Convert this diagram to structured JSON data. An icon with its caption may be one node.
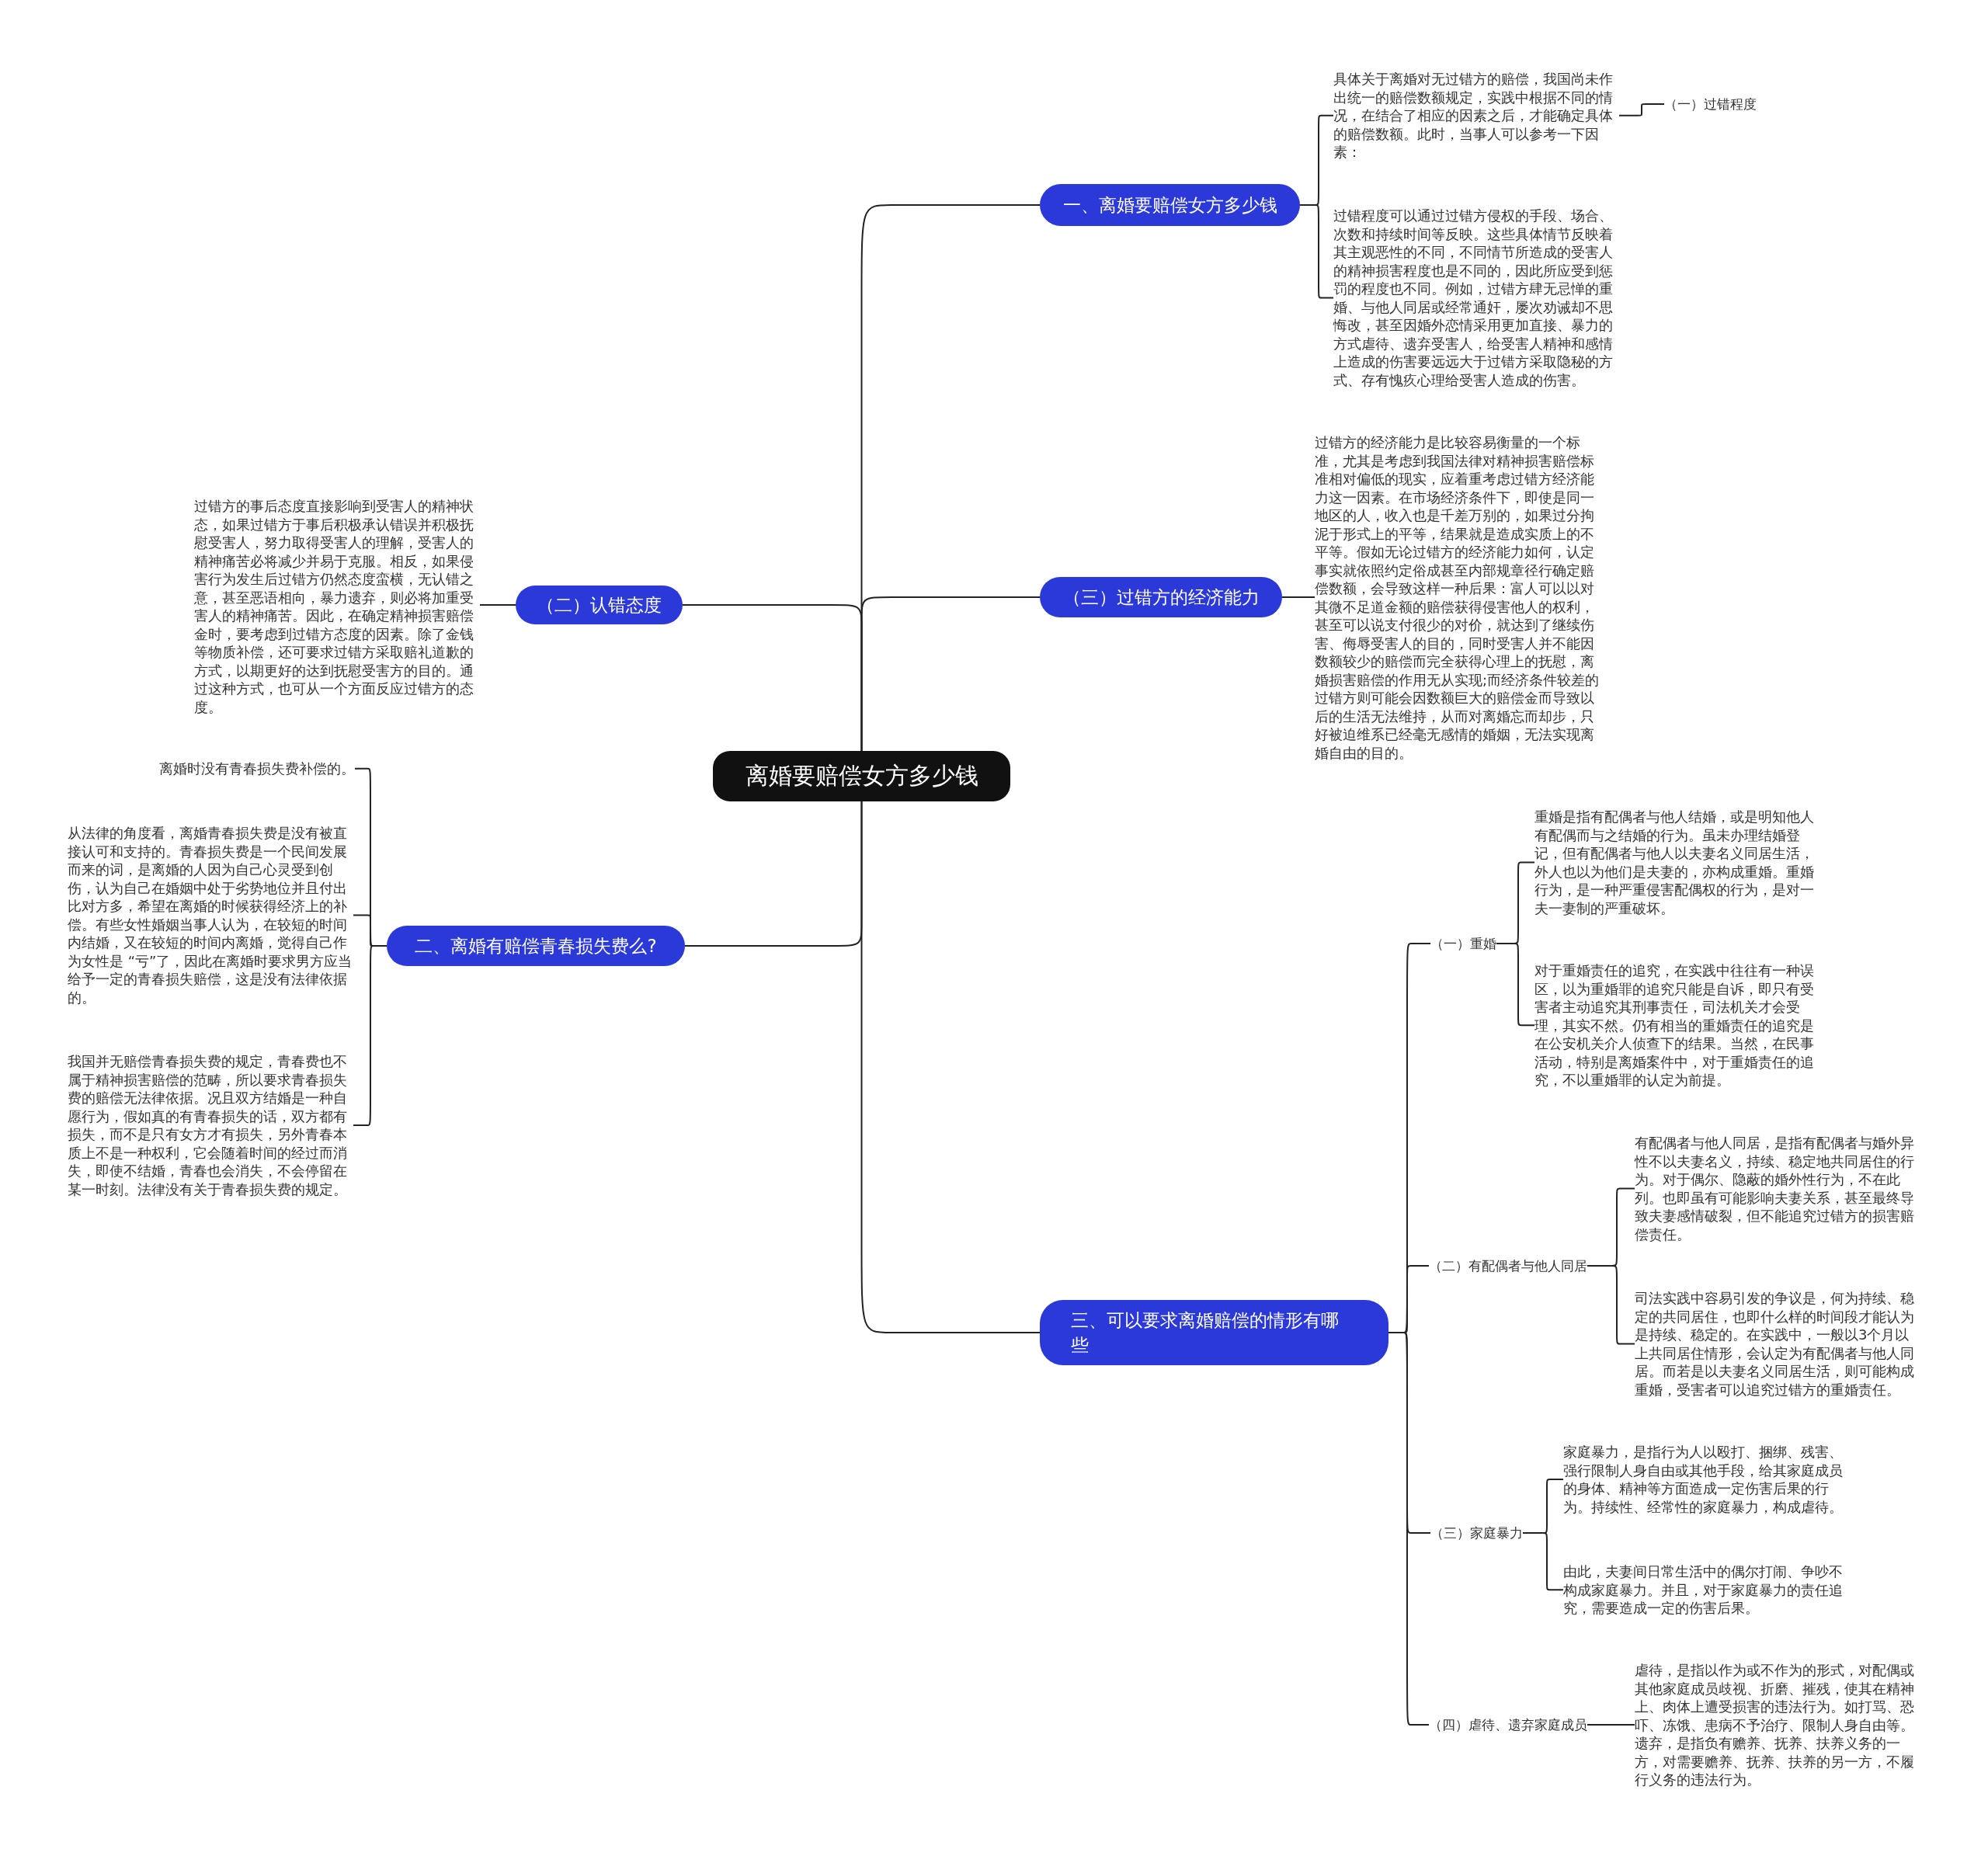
{
  "diagram": {
    "nodes": [
      {
        "text": [
          "离婚要赔偿女方多少钱"
        ]
      },
      {
        "text": [
          "一、离婚要赔偿女方多少钱"
        ]
      },
      {
        "text": [
          "具体关于离婚对无过错方的赔偿，我国尚未作出统一的赔偿数额规定，实践中根据不同的情况，在结合了相应的因素之后，才能确定具体的赔偿数额。此时，当事人可以参考一下因素："
        ]
      },
      {
        "text": [
          "（一）过错程度"
        ]
      },
      {
        "text": [
          "过错程度可以通过过错方侵权的手段、场合、次数和持续时间等反映。这些具体情节反映着其主观恶性的不同，不同情节所造成的受害人的精神损害程度也是不同的，因此所应受到惩罚的程度也不同。例如，过错方肆无忌惮的重婚、与他人同居或经常通奸，屡次劝诫却不思悔改，甚至因婚外恋情采用更加直接、暴力的方式虐待、遗弃受害人，给受害人精神和感情上造成的伤害要远远大于过错方采取隐秘的方式、存有愧疚心理给受害人造成的伤害。"
        ]
      },
      {
        "text": [
          "（三）过错方的经济能力"
        ]
      },
      {
        "text": [
          "过错方的经济能力是比较容易衡量的一个标准，尤其是考虑到我国法律对精神损害赔偿标准相对偏低的现实，应着重考虑过错方经济能力这一因素。在市场经济条件下，即使是同一地区的人，收入也是千差万别的，如果过分拘泥于形式上的平等，结果就是造成实质上的不平等。假如无论过错方的经济能力如何，认定事实就依照约定俗成甚至内部规章径行确定赔偿数额，会导致这样一种后果：富人可以以对其微不足道金额的赔偿获得侵害他人的权利，甚至可以说支付很少的对价，就达到了继续伤害、侮辱受害人的目的，同时受害人并不能因数额较少的赔偿而完全获得心理上的抚慰，离婚损害赔偿的作用无从实现;而经济条件较差的过错方则可能会因数额巨大的赔偿金而导致以后的生活无法维持，从而对离婚忘而却步，只好被迫维系已经毫无感情的婚姻，无法实现离婚自由的目的。"
        ]
      },
      {
        "text": [
          "（二）认错态度"
        ]
      },
      {
        "text": [
          "过错方的事后态度直接影响到受害人的精神状态，如果过错方于事后积极承认错误并积极抚慰受害人，努力取得受害人的理解，受害人的精神痛苦必将减少并易于克服。相反，如果侵害行为发生后过错方仍然态度蛮横，无认错之意，甚至恶语相向，暴力遗弃，则必将加重受害人的精神痛苦。因此，在确定精神损害赔偿金时，要考虑到过错方态度的因素。除了金钱等物质补偿，还可要求过错方采取赔礼道歉的方式，以期更好的达到抚慰受害方的目的。通过这种方式，也可从一个方面反应过错方的态度。"
        ]
      },
      {
        "text": [
          "二、离婚有赔偿青春损失费么?"
        ]
      },
      {
        "text": [
          "离婚时没有青春损失费补偿的。"
        ]
      },
      {
        "text": [
          "从法律的角度看，离婚青春损失费是没有被直接认可和支持的。青春损失费是一个民间发展而来的词，是离婚的人因为自己心灵受到创伤，认为自己在婚姻中处于劣势地位并且付出比对方多，希望在离婚的时候获得经济上的补偿。有些女性婚姻当事人认为，在较短的时间内结婚，又在较短的时间内离婚，觉得自己作为女性是 “亏”了，因此在离婚时要求男方应当给予一定的青春损失赔偿，这是没有法律依据的。"
        ]
      },
      {
        "text": [
          "我国并无赔偿青春损失费的规定，青春费也不属于精神损害赔偿的范畴，所以要求青春损失费的赔偿无法律依据。况且双方结婚是一种自愿行为，假如真的有青春损失的话，双方都有损失，而不是只有女方才有损失，另外青春本质上不是一种权利，它会随着时间的经过而消失，即使不结婚，青春也会消失，不会停留在某一时刻。法律没有关于青春损失费的规定。"
        ]
      },
      {
        "text": [
          "三、可以要求离婚赔偿的情形有哪些"
        ]
      },
      {
        "text": [
          "（一）重婚"
        ]
      },
      {
        "text": [
          "重婚是指有配偶者与他人结婚，或是明知他人有配偶而与之结婚的行为。虽未办理结婚登记，但有配偶者与他人以夫妻名义同居生活，外人也以为他们是夫妻的，亦构成重婚。重婚行为，是一种严重侵害配偶权的行为，是对一夫一妻制的严重破坏。"
        ]
      },
      {
        "text": [
          "对于重婚责任的追究，在实践中往往有一种误区，以为重婚罪的追究只能是自诉，即只有受害者主动追究其刑事责任，司法机关才会受理，其实不然。仍有相当的重婚责任的追究是在公安机关介人侦查下的结果。当然，在民事活动，特别是离婚案件中，对于重婚责任的追究，不以重婚罪的认定为前提。"
        ]
      },
      {
        "text": [
          "（二）有配偶者与他人同居"
        ]
      },
      {
        "text": [
          "有配偶者与他人同居，是指有配偶者与婚外异性不以夫妻名义，持续、稳定地共同居住的行为。对于偶尔、隐蔽的婚外性行为，不在此列。也即虽有可能影响夫妻关系，甚至最终导致夫妻感情破裂，但不能追究过错方的损害赔偿责任。"
        ]
      },
      {
        "text": [
          "司法实践中容易引发的争议是，何为持续、稳定的共同居住，也即什么样的时间段才能认为是持续、稳定的。在实践中，一般以3个月以上共同居住情形，会认定为有配偶者与他人同居。而若是以夫妻名义同居生活，则可能构成重婚，受害者可以追究过错方的重婚责任。"
        ]
      },
      {
        "text": [
          "（三）家庭暴力"
        ]
      },
      {
        "text": [
          "家庭暴力，是指行为人以殴打、捆绑、残害、强行限制人身自由或其他手段，给其家庭成员的身体、精神等方面造成一定伤害后果的行为。持续性、经常性的家庭暴力，构成虐待。"
        ]
      },
      {
        "text": [
          "由此，夫妻间日常生活中的偶尔打闹、争吵不构成家庭暴力。并且，对于家庭暴力的责任追究，需要造成一定的伤害后果。"
        ]
      },
      {
        "text": [
          "（四）虐待、遗弃家庭成员"
        ]
      },
      {
        "text": [
          "虐待，是指以作为或不作为的形式，对配偶或其他家庭成员歧视、折磨、摧残，使其在精神上、肉体上遭受损害的违法行为。如打骂、恐吓、冻饿、患病不予治疗、限制人身自由等。遗弃，是指负有赡养、抚养、扶养义务的一方，对需要赡养、抚养、扶养的另一方，不履行义务的违法行为。"
        ]
      }
    ],
    "edges": [
      {
        "from": 0,
        "to": 1,
        "arrow": "none"
      },
      {
        "from": 1,
        "to": 2,
        "arrow": "none"
      },
      {
        "from": 2,
        "to": 3,
        "arrow": "none"
      },
      {
        "from": 1,
        "to": 4,
        "arrow": "none"
      },
      {
        "from": 0,
        "to": 5,
        "arrow": "none"
      },
      {
        "from": 5,
        "to": 6,
        "arrow": "none"
      },
      {
        "from": 0,
        "to": 7,
        "arrow": "none"
      },
      {
        "from": 7,
        "to": 8,
        "arrow": "none"
      },
      {
        "from": 0,
        "to": 9,
        "arrow": "none"
      },
      {
        "from": 9,
        "to": 10,
        "arrow": "none"
      },
      {
        "from": 9,
        "to": 11,
        "arrow": "none"
      },
      {
        "from": 9,
        "to": 12,
        "arrow": "none"
      },
      {
        "from": 0,
        "to": 13,
        "arrow": "none"
      },
      {
        "from": 13,
        "to": 14,
        "arrow": "none"
      },
      {
        "from": 14,
        "to": 15,
        "arrow": "none"
      },
      {
        "from": 14,
        "to": 16,
        "arrow": "none"
      },
      {
        "from": 13,
        "to": 17,
        "arrow": "none"
      },
      {
        "from": 17,
        "to": 18,
        "arrow": "none"
      },
      {
        "from": 17,
        "to": 19,
        "arrow": "none"
      },
      {
        "from": 13,
        "to": 20,
        "arrow": "none"
      },
      {
        "from": 20,
        "to": 21,
        "arrow": "none"
      },
      {
        "from": 20,
        "to": 22,
        "arrow": "none"
      },
      {
        "from": 13,
        "to": 23,
        "arrow": "none"
      },
      {
        "from": 23,
        "to": 24,
        "arrow": "none"
      }
    ]
  }
}
